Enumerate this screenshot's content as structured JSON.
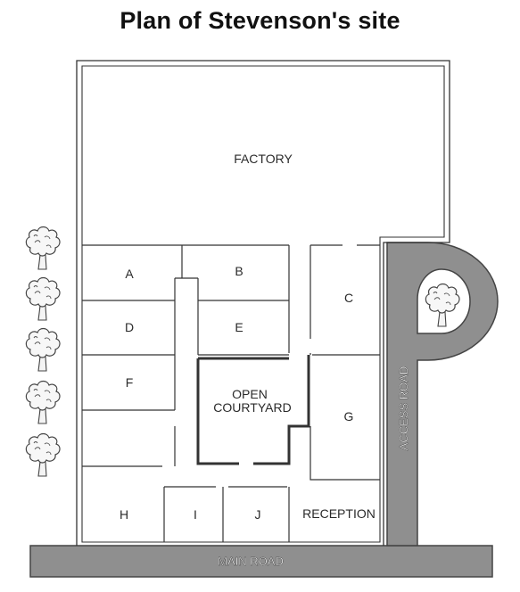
{
  "title": "Plan of Stevenson's site",
  "labels": {
    "factory": "FACTORY",
    "a": "A",
    "b": "B",
    "c": "C",
    "d": "D",
    "e": "E",
    "f": "F",
    "g": "G",
    "h": "H",
    "i": "I",
    "j": "J",
    "courtyard_line1": "OPEN",
    "courtyard_line2": "COURTYARD",
    "reception": "RECEPTION",
    "access_road": "ACCESS ROAD",
    "main_road": "MAIN ROAD"
  },
  "colors": {
    "road": "#8f8f8f",
    "wall": "#333333",
    "background": "#ffffff"
  },
  "icons": [
    "tree-icon"
  ]
}
